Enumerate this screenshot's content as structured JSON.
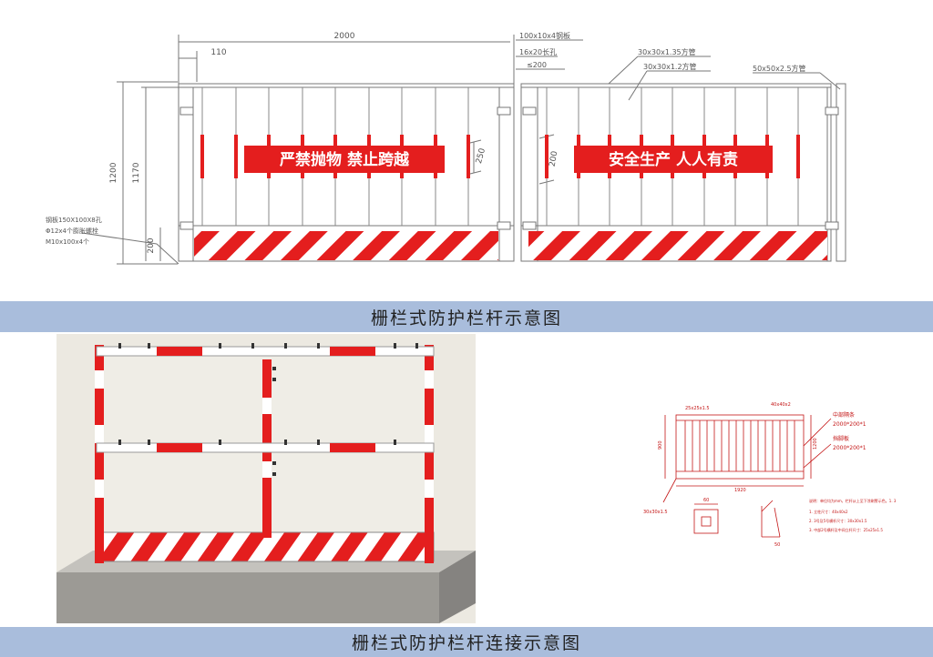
{
  "top_drawing": {
    "dims": {
      "total_width": "2000",
      "end_offset": "110",
      "height_total": "1200",
      "height_inner": "1170",
      "toe_height": "200",
      "label_200": "200",
      "label_250": "250"
    },
    "callouts": {
      "steel_plate": "100x10x4钢板",
      "hole": "16x20长孔",
      "lt200": "≤200",
      "tube_rail": "30x30x1.35方管",
      "tube_vertical": "30x30x1.2方管",
      "tube_post": "50x50x2.5方管",
      "base_plate_1": "钢板150X100X8孔",
      "base_plate_2": "Φ12x4个膨胀螺栓",
      "base_plate_3": "M10x100x4个"
    },
    "signs": {
      "left": "严禁抛物 禁止跨越",
      "right": "安全生产 人人有责"
    }
  },
  "caption_top": "栅栏式防护栏杆示意图",
  "caption_bottom": "栅栏式防护栏杆连接示意图",
  "small_drawing": {
    "labels": {
      "top_a": "25x25x1.5",
      "top_b": "40x40x2",
      "mid_title": "中部隔条",
      "mid_size": "2000*200*1",
      "toe_title": "挡脚板",
      "toe_size": "2000*200*1",
      "width": "1920",
      "left_h": "900",
      "right_h": "1200",
      "corner": "30x30x1.5",
      "det_60": "60",
      "det_50": "50",
      "note_title": "说明：单位均为mm，栏杆从上至下涂刷警示色。1. 3",
      "note_1": "1. 立柱尺寸：40x40x2",
      "note_2": "2. 3号及5号横杆尺寸：30x30x1.5",
      "note_3": "3. 中部2号横杆及中间立杆尺寸：25x25x1.5"
    }
  },
  "colors": {
    "red": "#e41e1e",
    "band": "#a9bddc",
    "line": "#777777",
    "drawing_red": "#c41616"
  }
}
